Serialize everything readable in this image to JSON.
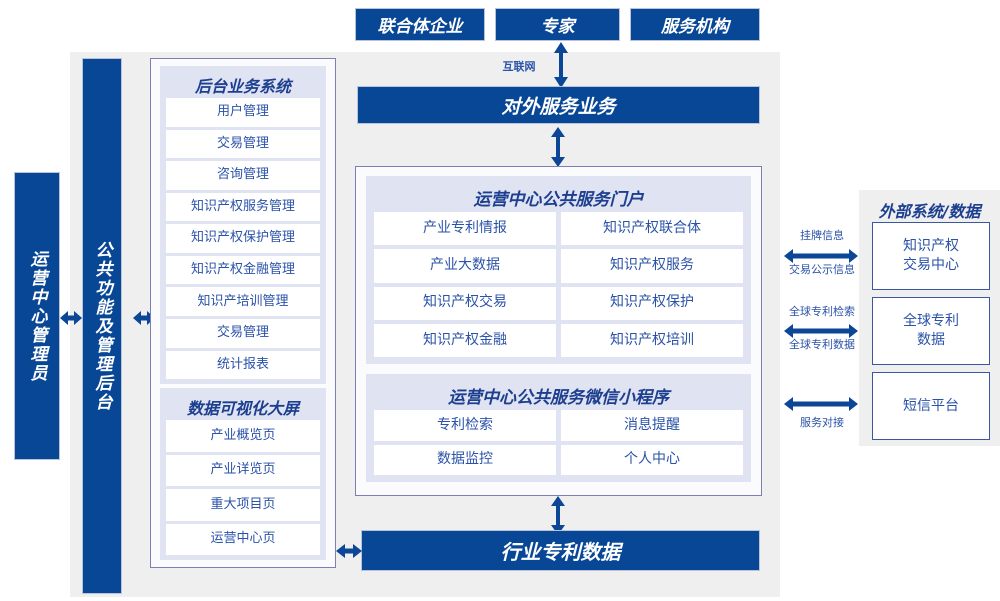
{
  "colors": {
    "brand_blue": "#084795",
    "panel_lavender": "#dfe3f2",
    "shell_grey": "#efefef",
    "text_blue": "#2a52a8",
    "title_blue": "#1d3f8f",
    "border_blue": "#3a56a5"
  },
  "top_actors": [
    {
      "label": "联合体企业"
    },
    {
      "label": "专家"
    },
    {
      "label": "服务机构"
    }
  ],
  "internet_label": "互联网",
  "external_service_bar": {
    "label": "对外服务业务"
  },
  "industry_data_bar": {
    "label": "行业专利数据"
  },
  "left_roles": {
    "operator": {
      "label": "运营中心管理员"
    },
    "admin_backend": {
      "label": "公共功能及管理后台"
    }
  },
  "backend_system": {
    "title": "后台业务系统",
    "items": [
      {
        "label": "用户管理"
      },
      {
        "label": "交易管理"
      },
      {
        "label": "咨询管理"
      },
      {
        "label": "知识产权服务管理"
      },
      {
        "label": "知识产权保护管理"
      },
      {
        "label": "知识产权金融管理"
      },
      {
        "label": "知识产培训管理"
      },
      {
        "label": "交易管理"
      },
      {
        "label": "统计报表"
      }
    ]
  },
  "data_visualization": {
    "title": "数据可视化大屏",
    "items": [
      {
        "label": "产业概览页"
      },
      {
        "label": "产业详览页"
      },
      {
        "label": "重大项目页"
      },
      {
        "label": "运营中心页"
      }
    ]
  },
  "public_portal": {
    "title": "运营中心公共服务门户",
    "items": [
      {
        "label": "产业专利情报"
      },
      {
        "label": "知识产权联合体"
      },
      {
        "label": "产业大数据"
      },
      {
        "label": "知识产权服务"
      },
      {
        "label": "知识产权交易"
      },
      {
        "label": "知识产权保护"
      },
      {
        "label": "知识产权金融"
      },
      {
        "label": "知识产权培训"
      }
    ]
  },
  "wechat_miniprogram": {
    "title": "运营中心公共服务微信小程序",
    "items": [
      {
        "label": "专利检索"
      },
      {
        "label": "消息提醒"
      },
      {
        "label": "数据监控"
      },
      {
        "label": "个人中心"
      }
    ]
  },
  "external_systems": {
    "title": "外部系统/数据",
    "items": [
      {
        "label": "知识产权\n交易中心"
      },
      {
        "label": "全球专利\n数据"
      },
      {
        "label": "短信平台"
      }
    ],
    "link_labels": [
      {
        "top": "挂牌信息",
        "bottom": "交易公示信息"
      },
      {
        "top": "全球专利检索",
        "bottom": "全球专利数据"
      },
      {
        "top": "",
        "bottom": "服务对接"
      }
    ]
  }
}
